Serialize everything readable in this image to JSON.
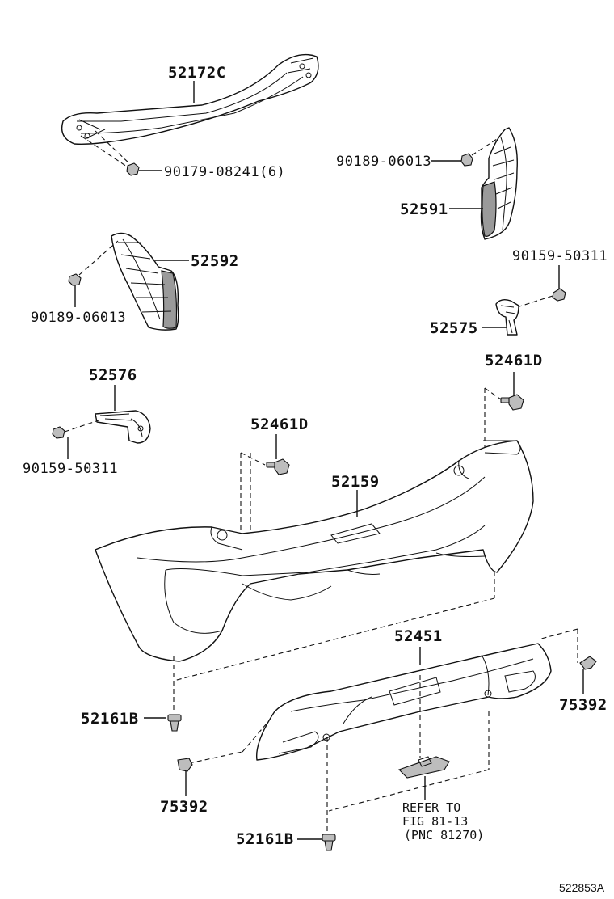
{
  "diagram_id": "522853A",
  "parts": {
    "reinforcement": "52172C",
    "reinforcement_nut": "90179-08241(6)",
    "right_extension_screw": "90189-06013",
    "right_extension": "52591",
    "left_extension": "52592",
    "left_extension_screw": "90189-06013",
    "right_bracket_bolt": "90159-50311",
    "right_bracket": "52575",
    "right_retainer": "52461D",
    "left_bracket": "52576",
    "left_bracket_bolt": "90159-50311",
    "center_retainer": "52461D",
    "bumper_cover": "52159",
    "lower_cover": "52451",
    "left_clip": "52161B",
    "right_clip_75392": "75392",
    "left_clip_75392": "75392",
    "bottom_clip": "52161B"
  },
  "reference": {
    "line1": "REFER TO",
    "line2": "FIG 81-13",
    "line3": "(PNC 81270)"
  }
}
